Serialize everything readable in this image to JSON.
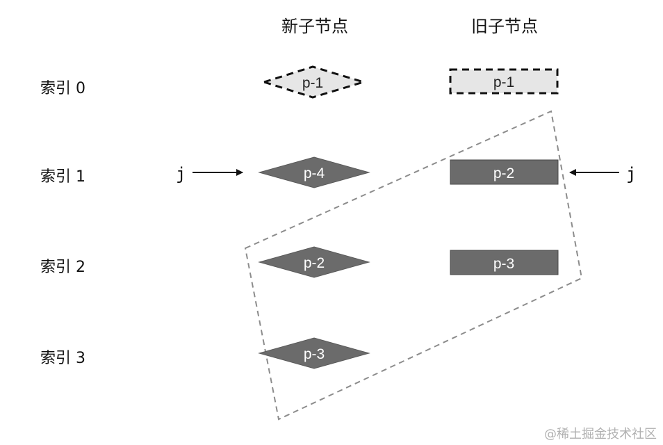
{
  "headers": {
    "new_children": "新子节点",
    "old_children": "旧子节点"
  },
  "row_labels": [
    "索引 0",
    "索引 1",
    "索引 2",
    "索引 3"
  ],
  "new_nodes": [
    {
      "label": "p-1",
      "style": "dashed-light"
    },
    {
      "label": "p-4",
      "style": "solid-dark"
    },
    {
      "label": "p-2",
      "style": "solid-dark"
    },
    {
      "label": "p-3",
      "style": "solid-dark"
    }
  ],
  "old_nodes": [
    {
      "label": "p-1",
      "style": "dashed-light"
    },
    {
      "label": "p-2",
      "style": "solid-dark"
    },
    {
      "label": "p-3",
      "style": "solid-dark"
    }
  ],
  "pointers": {
    "new_side_label": "j",
    "old_side_label": "j"
  },
  "watermark": "@稀土掘金技术社区",
  "colors": {
    "dark_fill": "#6b6b6b",
    "light_fill": "#e6e6e6",
    "group_outline": "#8c8c8c",
    "text": "#111111"
  }
}
